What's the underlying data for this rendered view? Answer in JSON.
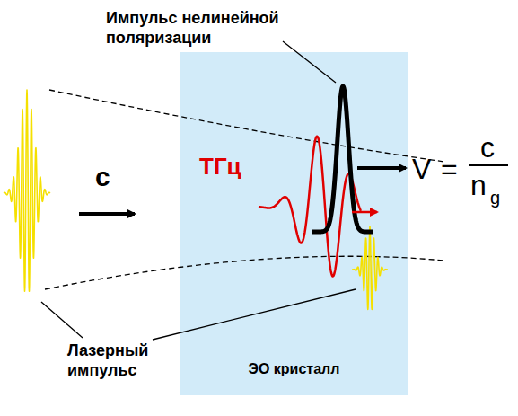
{
  "diagram": {
    "nodes": [
      {
        "text": [
          "ЭО кристалл"
        ]
      }
    ],
    "labels": [
      "Импульс нелинейной поляризации",
      "c",
      "ТГц",
      "V",
      "=",
      "c",
      "n",
      "g",
      "Лазерный импульс"
    ]
  }
}
